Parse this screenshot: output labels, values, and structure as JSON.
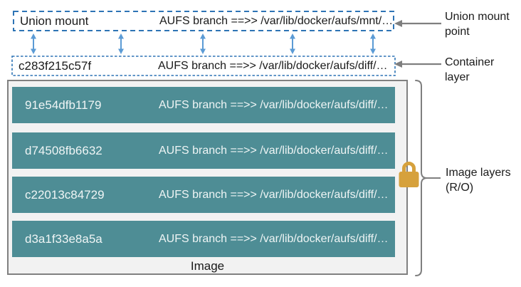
{
  "diagram": {
    "union_mount": {
      "label": "Union mount",
      "branch": "AUFS branch ==>> /var/lib/docker/aufs/mnt/…"
    },
    "container": {
      "id": "c283f215c57f",
      "branch": "AUFS branch ==>> /var/lib/docker/aufs/diff/…"
    },
    "image": {
      "caption": "Image",
      "layers": [
        {
          "id": "91e54dfb1179",
          "branch": "AUFS branch ==>> /var/lib/docker/aufs/diff/…"
        },
        {
          "id": "d74508fb6632",
          "branch": "AUFS branch ==>> /var/lib/docker/aufs/diff/…"
        },
        {
          "id": "c22013c84729",
          "branch": "AUFS branch ==>> /var/lib/docker/aufs/diff/…"
        },
        {
          "id": "d3a1f33e8a5a",
          "branch": "AUFS branch ==>> /var/lib/docker/aufs/diff/…"
        }
      ]
    },
    "annotations": {
      "union_mount_point": "Union mount point",
      "container_layer": "Container layer",
      "image_layers": "Image layers (R/O)"
    },
    "icons": {
      "lock": "lock-icon",
      "double_arrow": "up-down-arrow-icon",
      "pointer_arrow": "left-arrow-icon",
      "brace": "right-curly-brace"
    },
    "colors": {
      "teal": "#4e8d95",
      "dashed_border": "#2e74b5",
      "blue_arrow": "#5b9bd5",
      "gray": "#7f7f7f",
      "panel_fill": "#f2f2f2",
      "lock_gold": "#d6a13c"
    }
  }
}
